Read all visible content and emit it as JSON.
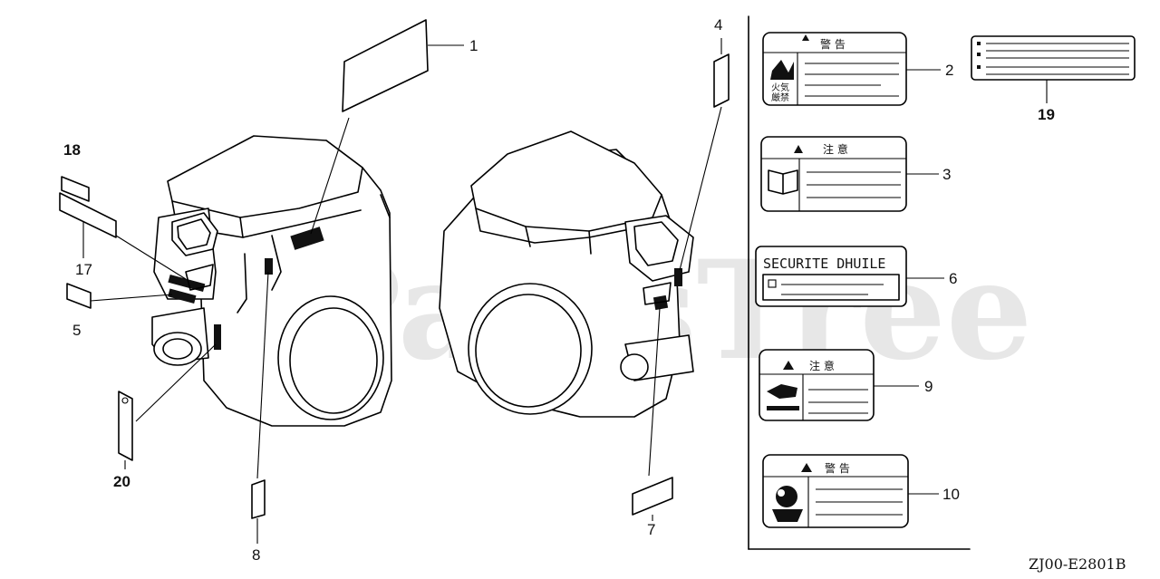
{
  "watermark": "PartsTree",
  "diagram_code": "ZJ00-E2801B",
  "callouts": {
    "c1": "1",
    "c2": "2",
    "c3": "3",
    "c4": "4",
    "c5": "5",
    "c6": "6",
    "c7": "7",
    "c8": "8",
    "c9": "9",
    "c10": "10",
    "c17": "17",
    "c18": "18",
    "c19": "19",
    "c20": "20"
  },
  "decals": {
    "label2_header": "警  告",
    "label2_icon_text_1": "火気",
    "label2_icon_text_2": "厳禁",
    "label3_header": "注  意",
    "label6_title": "SECURITE DHUILE",
    "label9_header": "注  意",
    "label10_header": "警  告"
  },
  "colors": {
    "ink": "#000000",
    "watermark": "#bdbdbd",
    "background": "#ffffff"
  }
}
